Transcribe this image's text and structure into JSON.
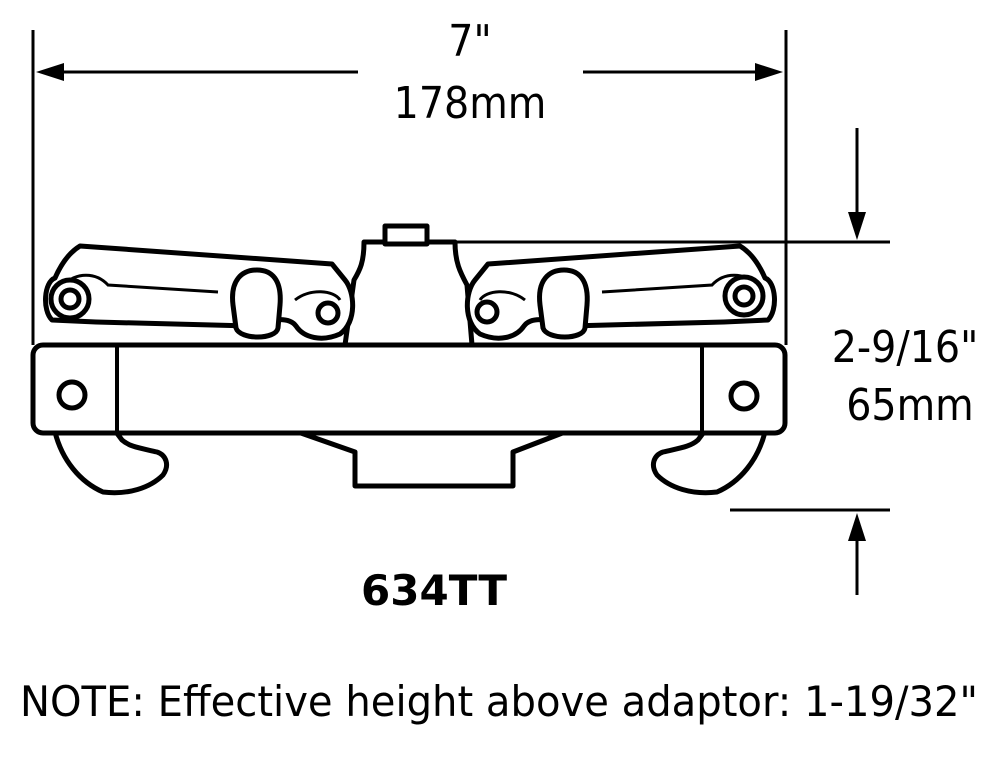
{
  "dimensions": {
    "width_in": "7\"",
    "width_mm": "178mm",
    "height_in": "2-9/16\"",
    "height_mm": "65mm"
  },
  "model": "634TT",
  "note": "NOTE: Effective height above adaptor: 1-19/32\""
}
